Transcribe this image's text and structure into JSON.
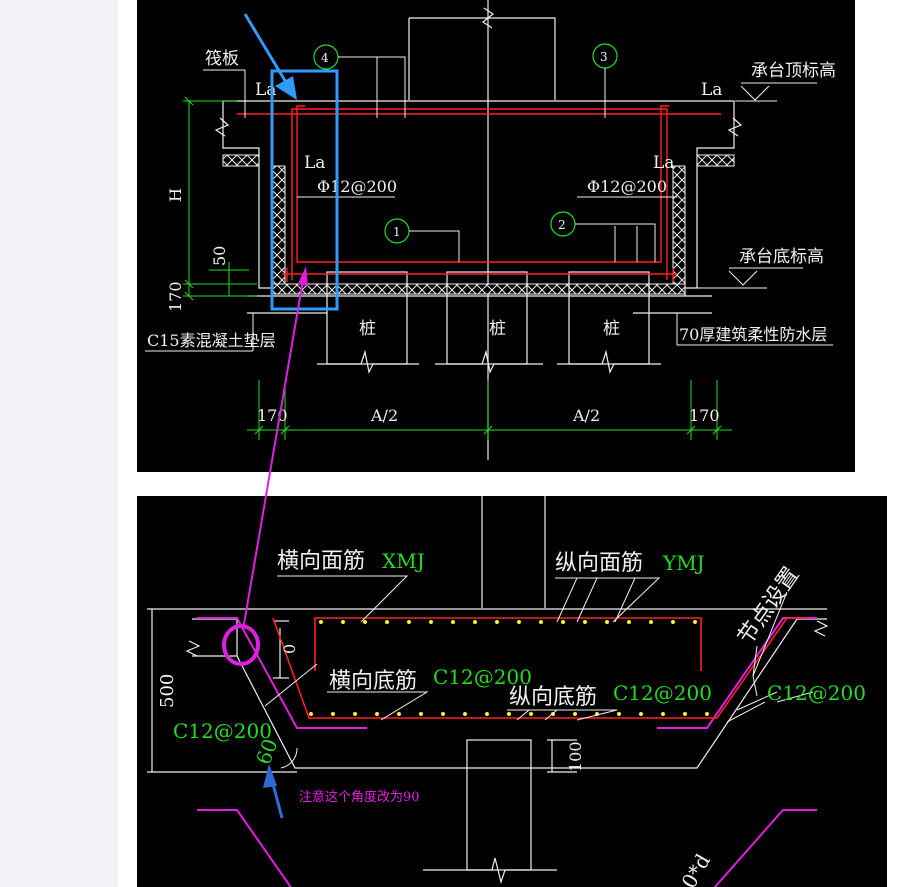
{
  "top": {
    "raft": "筏板",
    "la": "La",
    "num1": "1",
    "num2": "2",
    "num3": "3",
    "num4": "4",
    "rebar_left": "Φ12@200",
    "rebar_right": "Φ12@200",
    "cap_top_elev": "承台顶标高",
    "cap_bottom_elev": "承台底标高",
    "h_label": "H",
    "dim_50": "50",
    "dim_170_v": "170",
    "cushion": "C15素混凝土垫层",
    "pile": "桩",
    "waterproof": "70厚建筑柔性防水层",
    "dim_170": "170",
    "dim_half_a": "A/2"
  },
  "bottom": {
    "horiz_top_bar": "横向面筋",
    "horiz_top_code": "XMJ",
    "long_top_bar": "纵向面筋",
    "long_top_code": "YMJ",
    "node_setting": "节点设置",
    "horiz_bottom_bar": "横向底筋",
    "horiz_bottom_spec": "C12@200",
    "long_bottom_bar": "纵向底筋",
    "long_bottom_spec": "C12@200",
    "right_spec": "C12@200",
    "left_spec": "C12@200",
    "dim_500": "500",
    "dim_0": "0",
    "dim_100": "100",
    "angle": "60",
    "note": "注意这个角度改为90",
    "partial": "0*d"
  },
  "colors": {
    "background": "#000000",
    "white_line": "#f0f0f0",
    "green_line": "#22dd22",
    "red_rebar": "#ff2020",
    "magenta": "#e020e0",
    "blue_annotation": "#2f9bff",
    "yellow_dot": "#ffee33"
  }
}
